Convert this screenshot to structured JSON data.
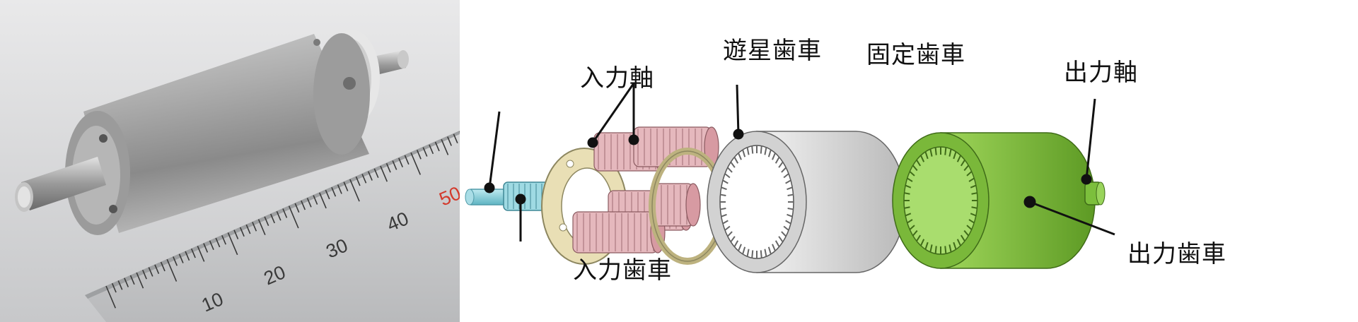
{
  "photo": {
    "ruler_numbers": [
      "10",
      "20",
      "30",
      "40",
      "50"
    ],
    "ruler_highlight_color": "#d33a2c"
  },
  "diagram": {
    "labels": {
      "input_shaft": "入力軸",
      "input_gear": "入力歯車",
      "planetary_gears": "遊星歯車",
      "fixed_gear": "固定歯車",
      "output_shaft": "出力軸",
      "output_gear": "出力歯車"
    },
    "colors": {
      "shaft": "#8fd3de",
      "planet": "#e5b8bd",
      "carrier": "#e9dfb5",
      "fixed_ring": "#dcdcdc",
      "output": "#86c540"
    }
  }
}
